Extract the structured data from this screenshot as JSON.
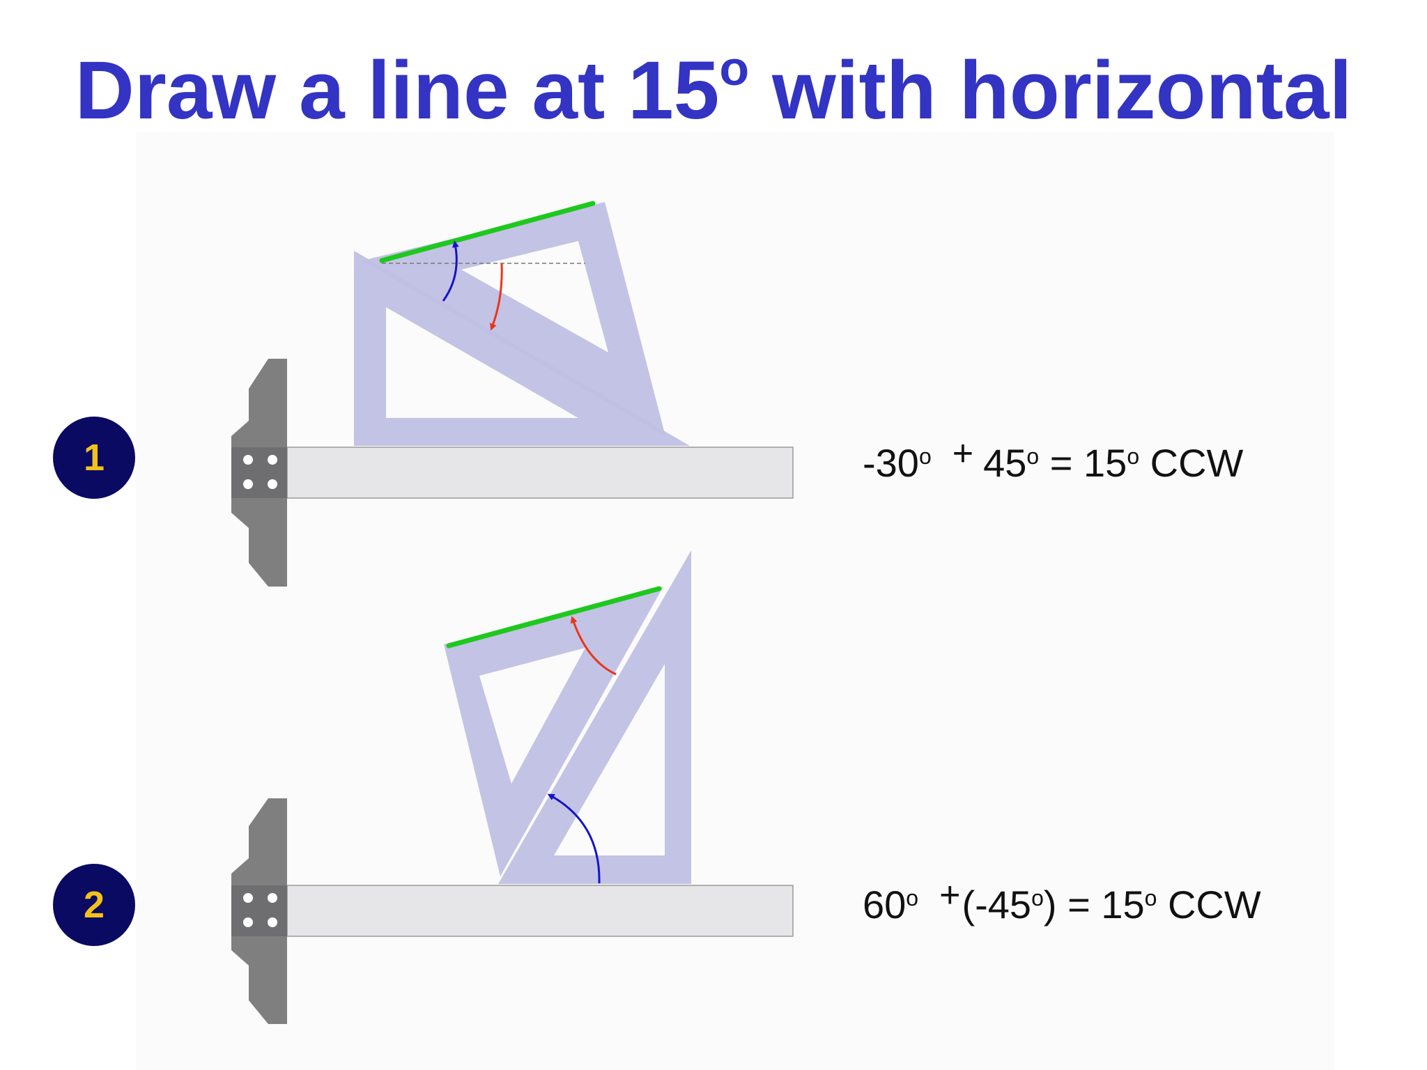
{
  "title": {
    "text": "Draw a line at 15",
    "degree_mark": "o",
    "rest": "with horizontal"
  },
  "steps": [
    {
      "number": "1",
      "equation": {
        "first": "-30",
        "first_deg": "o",
        "plus": "+",
        "second": "45",
        "second_deg": "o",
        "equals": " = 15",
        "result_deg": "o",
        "direction": " CCW"
      }
    },
    {
      "number": "2",
      "equation": {
        "first": "60",
        "first_deg": "o",
        "plus": "+",
        "second": "(-45",
        "second_deg": "o",
        "second_close": ")",
        "equals": " = 15",
        "result_deg": "o",
        "direction": " CCW"
      }
    }
  ],
  "colors": {
    "title": "#3333c4",
    "badge_bg": "#0a0a63",
    "badge_text": "#f2c21b",
    "set_square": "#c0c0e4",
    "t_square_head": "#7f7f80",
    "t_square_blade": "#e6e6e8",
    "drawn_line": "#1ec81e",
    "arrow_blue": "#1414c8",
    "arrow_red": "#e8361c"
  },
  "icons": {
    "drawn_line": "green-line",
    "rotation_arrow": "curved-arrow",
    "drafting_tool": "t-square",
    "triangle": "set-square"
  }
}
